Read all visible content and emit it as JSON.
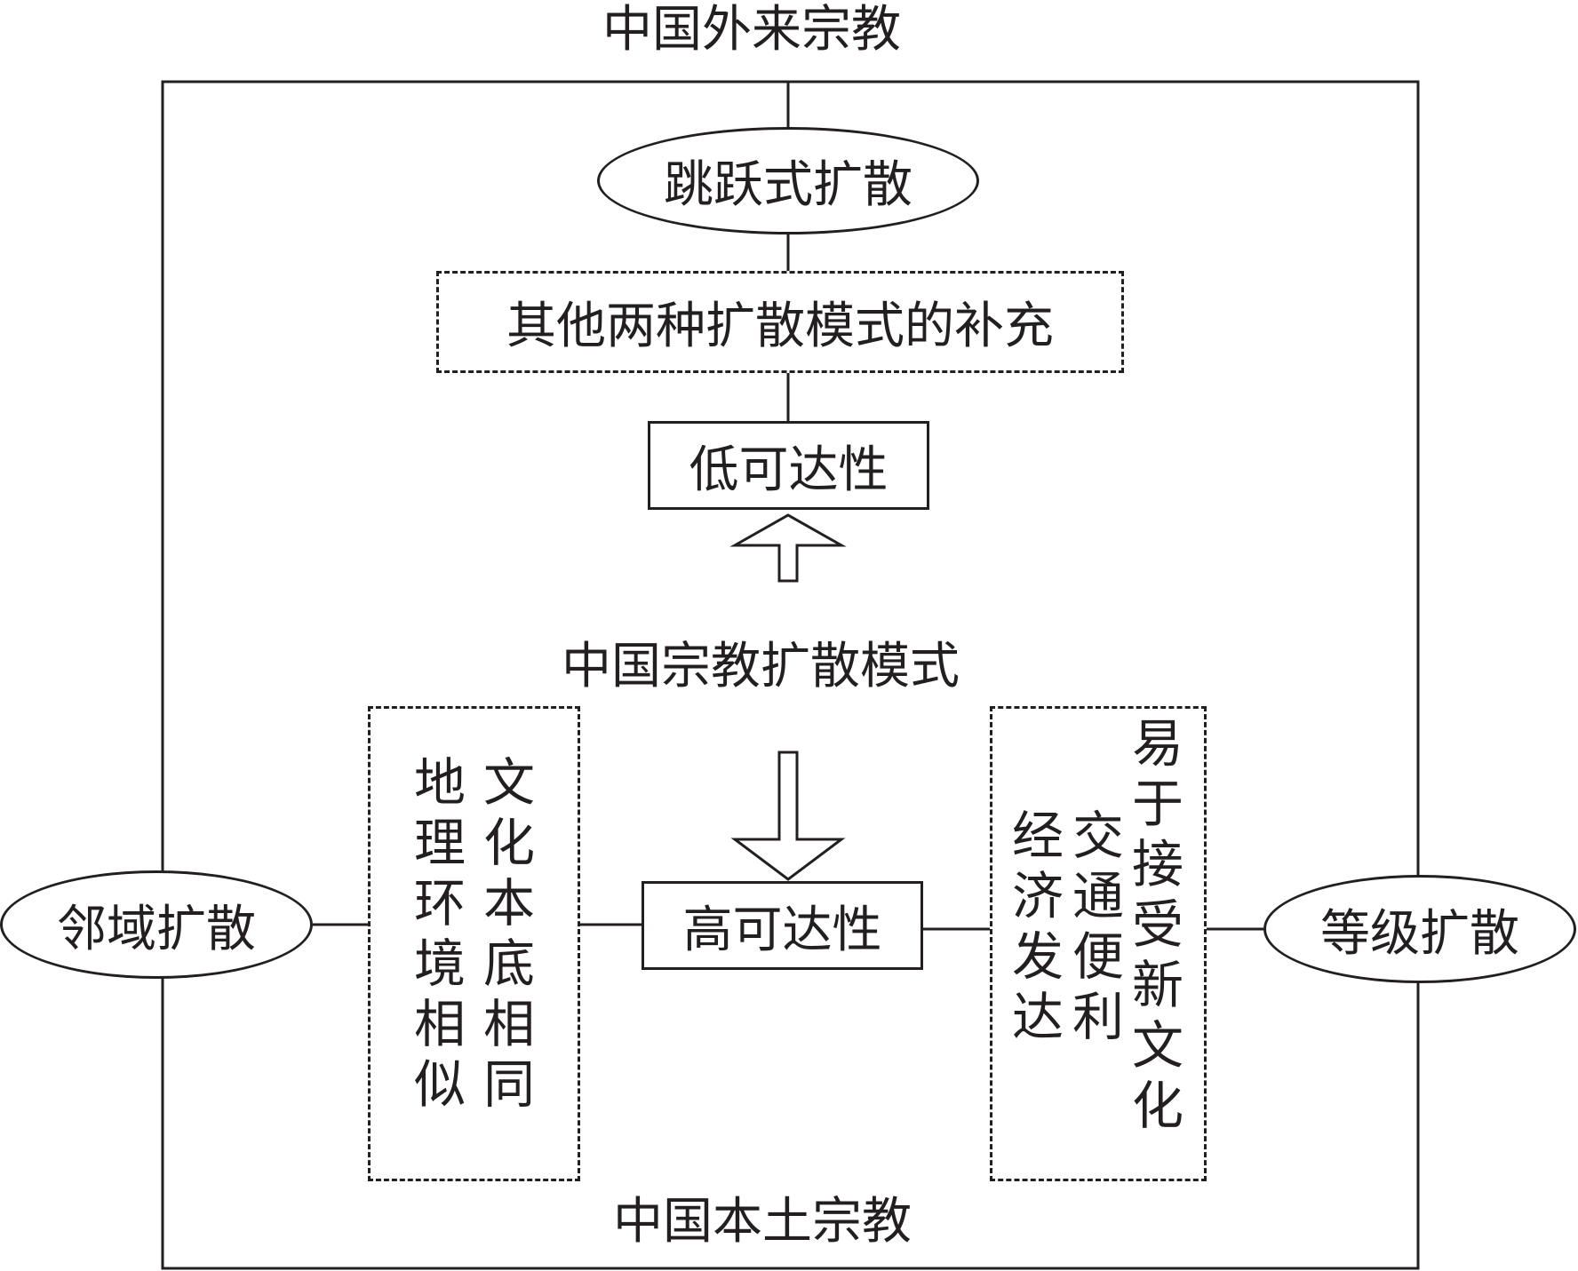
{
  "diagram": {
    "top_label": "中国外来宗教",
    "bottom_label": "中国本土宗教",
    "center_label": "中国宗教扩散模式",
    "jump_diffusion": "跳跃式扩散",
    "supplement": "其他两种扩散模式的补充",
    "low_access": "低可达性",
    "high_access": "高可达性",
    "neighbor_diffusion": "邻域扩散",
    "hierarchy_diffusion": "等级扩散",
    "left_box": {
      "col1": "文化本底相同",
      "col2": "地理环境相似"
    },
    "right_box": {
      "col1": "易于接受新文化",
      "col2": "交通便利",
      "col3": "经济发达"
    }
  }
}
